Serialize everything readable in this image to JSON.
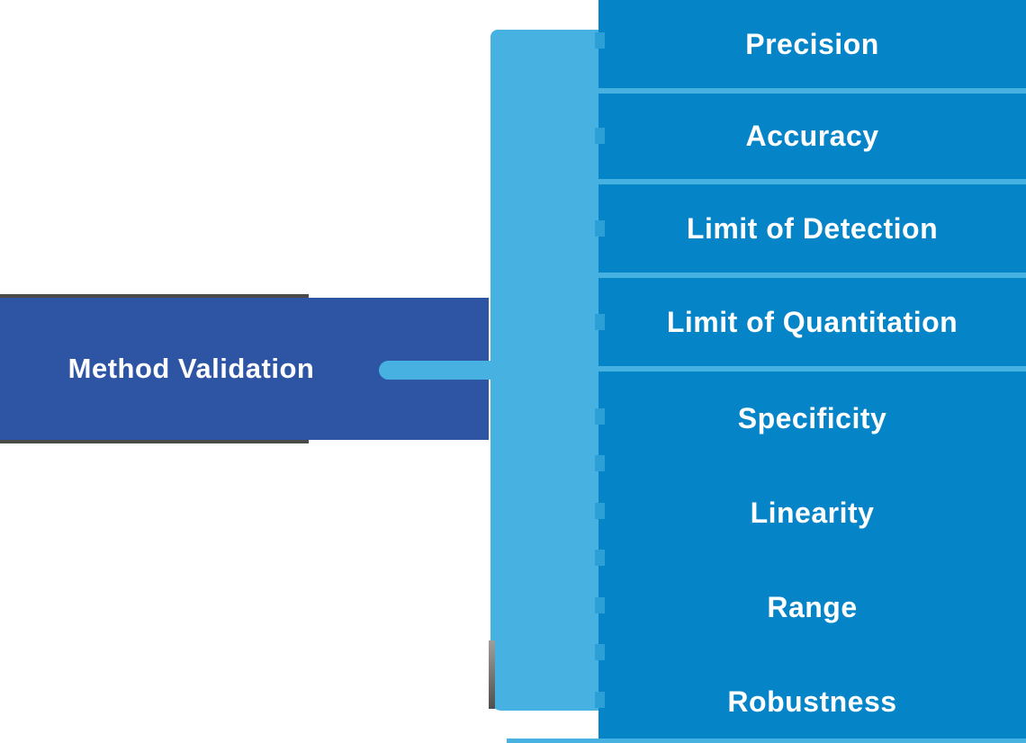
{
  "diagram": {
    "root": {
      "label": "Method Validation"
    },
    "branches": [
      {
        "label": "Precision"
      },
      {
        "label": "Accuracy"
      },
      {
        "label": "Limit of Detection"
      },
      {
        "label": "Limit of Quantitation"
      },
      {
        "label": "Specificity"
      },
      {
        "label": "Linearity"
      },
      {
        "label": "Range"
      },
      {
        "label": "Robustness"
      }
    ],
    "colors": {
      "root_box": "#2e55a3",
      "branch_box": "#0584c8",
      "trunk_and_separators": "#47b1e1",
      "connector_tooth": "#2b9fd6",
      "root_edge_line": "#4a4a48",
      "shadow_gray": "#9e9e9e",
      "text": "#ffffff",
      "background": "#ffffff"
    }
  }
}
